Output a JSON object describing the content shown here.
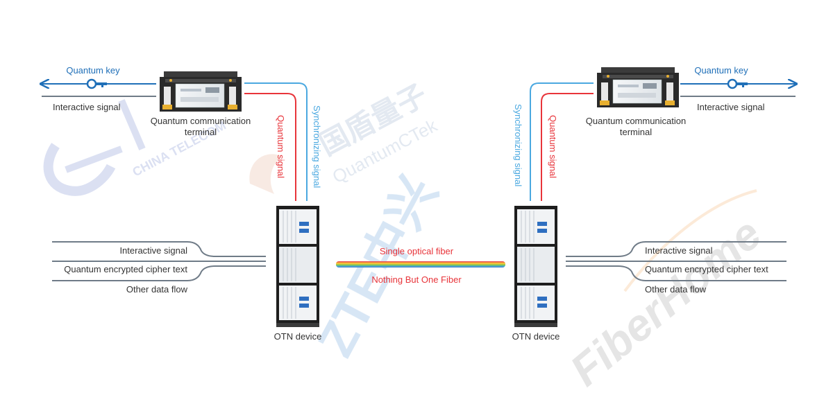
{
  "left": {
    "key_label": "Quantum key",
    "interactive_label": "Interactive signal",
    "terminal_label_line1": "Quantum communication",
    "terminal_label_line2": "terminal",
    "quantum_signal": "Quantum signal",
    "sync_signal": "Synchronizing signal",
    "otn_label": "OTN device",
    "inputs": [
      "Interactive signal",
      "Quantum encrypted cipher text",
      "Other data flow"
    ]
  },
  "right": {
    "key_label": "Quantum key",
    "interactive_label": "Interactive signal",
    "terminal_label_line1": "Quantum communication",
    "terminal_label_line2": "terminal",
    "quantum_signal": "Quantum signal",
    "sync_signal": "Synchronizing signal",
    "otn_label": "OTN device",
    "inputs": [
      "Interactive signal",
      "Quantum encrypted cipher text",
      "Other data flow"
    ]
  },
  "fiber": {
    "top_label": "Single optical fiber",
    "bottom_label": "Nothing But One Fiber"
  },
  "watermarks": {
    "china_telecom": "CHINA TELECOM",
    "quantumctek_cn": "国盾量子",
    "quantumctek_en": "QuantumCTek",
    "zte": "ZTE中兴",
    "fiberhome": "FiberHome"
  },
  "colors": {
    "key_blue": "#1f6fb8",
    "quantum_red": "#e8343a",
    "sync_blue": "#4aa8e0",
    "line_grey": "#6f7b87",
    "text_dark": "#333333"
  }
}
